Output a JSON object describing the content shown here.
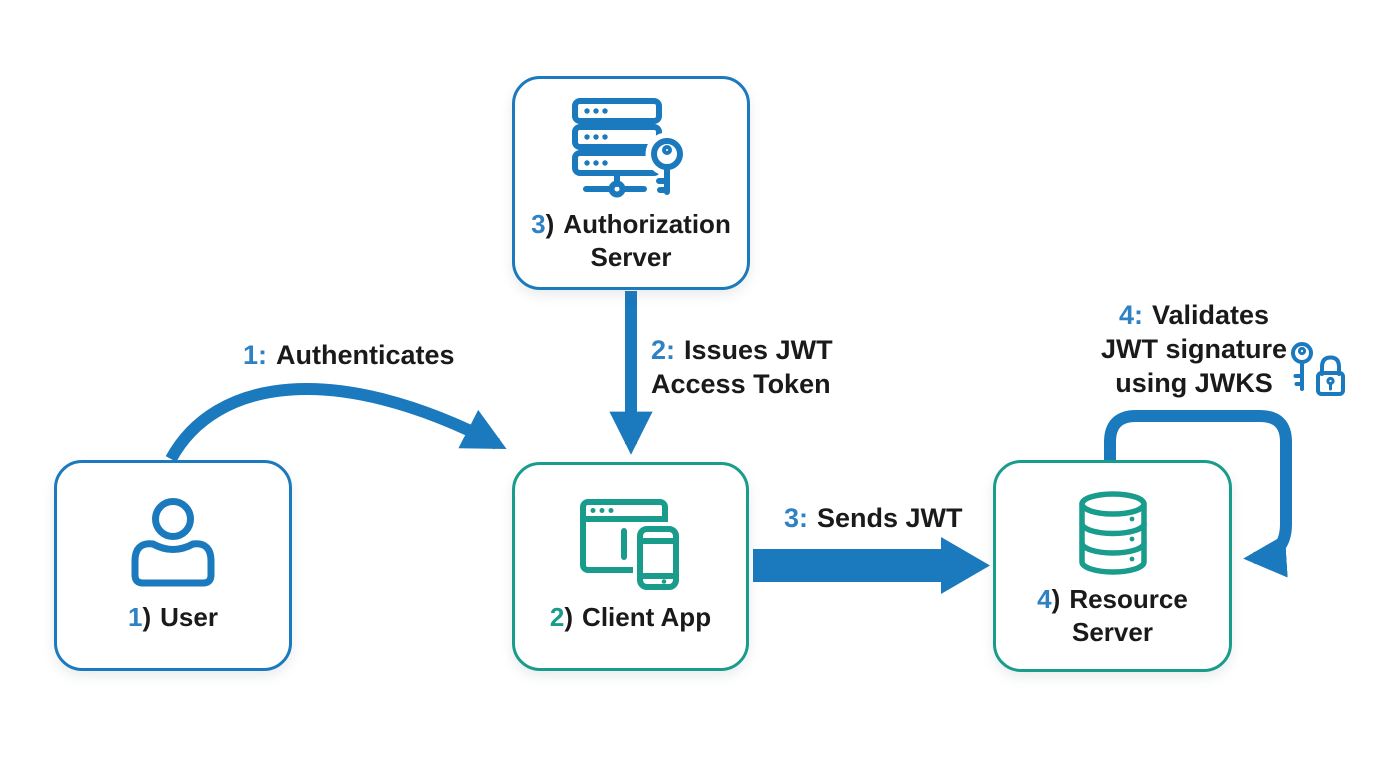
{
  "colors": {
    "bg": "#ffffff",
    "blue": "#1B79BD",
    "teal": "#199C8B",
    "blue-num": "#2E81C2",
    "text": "#1A1A1A"
  },
  "shared": {
    "paren": ")"
  },
  "nodes": {
    "user": {
      "number": "1",
      "name": "User"
    },
    "client": {
      "number": "2",
      "name": "Client App"
    },
    "auth": {
      "number": "3",
      "name_line1": "Authorization",
      "name_line2": "Server"
    },
    "resource": {
      "number": "4",
      "name_line1": "Resource",
      "name_line2": "Server"
    }
  },
  "edges": {
    "authenticates": {
      "number": "1:",
      "label": "Authenticates"
    },
    "issues_token": {
      "number": "2:",
      "line1": "Issues JWT",
      "line2": "Access Token"
    },
    "sends_jwt": {
      "number": "3:",
      "label": "Sends JWT"
    },
    "validates": {
      "number": "4:",
      "line1": "Validates",
      "line2": "JWT signature",
      "line3": "using JWKS"
    }
  },
  "icons": {
    "user": "person-icon",
    "client": "browser-phone-icon",
    "auth": "server-key-icon",
    "resource": "database-icon",
    "validates": "key-lock-icon"
  }
}
